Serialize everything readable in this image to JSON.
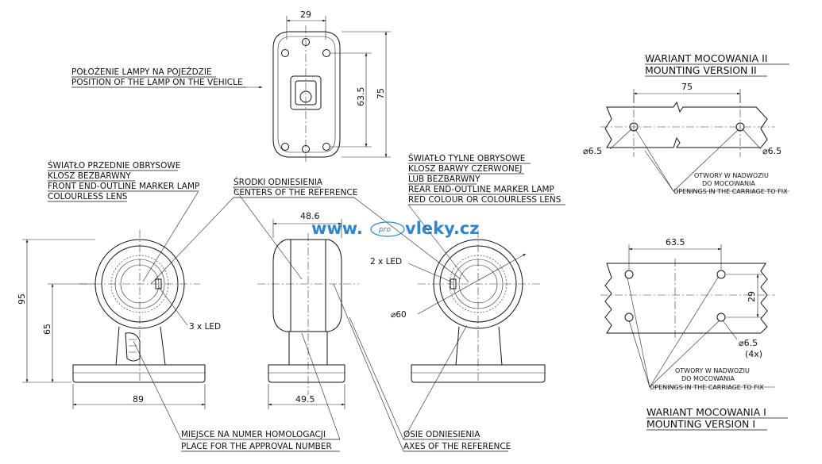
{
  "watermark": {
    "prefix": "www.",
    "middle": "pro",
    "suffix": "vleky.cz"
  },
  "top_view": {
    "label_pl": "POŁOŻENIE LAMPY NA POJEŹDZIE",
    "label_en": "POSITION OF THE LAMP ON THE VEHICLE",
    "dim_width": "29",
    "dim_inner": "63.5",
    "dim_outer": "75"
  },
  "front_lamp": {
    "line1": "ŚWIATŁO PRZEDNIE OBRYSOWE",
    "line2": "KLOSZ BEZBARWNY",
    "line3": "FRONT END-OUTLINE MARKER LAMP",
    "line4": "COLOURLESS LENS",
    "led_label": "3 x LED",
    "dim_height": "95",
    "dim_center": "65",
    "dim_base": "89"
  },
  "reference_center": {
    "pl": "ŚRODKI ODNIESIENIA",
    "en": "CENTERS OF THE REFERENCE"
  },
  "side_view": {
    "dim_top": "48.6",
    "dim_base": "49.5"
  },
  "rear_lamp": {
    "line1": "ŚWIATŁO TYLNE OBRYSOWE",
    "line2": "KLOSZ BARWY CZERWONEJ",
    "line3": "LUB BEZBARWNY",
    "line4": "REAR END-OUTLINE MARKER LAMP",
    "line5": "RED COLOUR OR COLOURLESS LENS",
    "led_label": "2 x LED",
    "dim_diameter": "⌀60"
  },
  "approval": {
    "pl": "MIEJSCE NA NUMER HOMOLOGACJI",
    "en": "PLACE FOR THE APPROVAL NUMBER"
  },
  "axes": {
    "pl": "OSIE ODNIESIENIA",
    "en": "AXES OF THE REFERENCE"
  },
  "variant2": {
    "title_pl": "WARIANT MOCOWANIA II",
    "title_en": "MOUNTING VERSION II",
    "dim_spacing": "75",
    "hole_left": "⌀6.5",
    "hole_right": "⌀6.5",
    "openings_1": "OTWORY W NADWOZIU",
    "openings_2": "DO MOCOWANIA",
    "openings_3": "OPENINGS IN THE CARRIAGE TO FIX"
  },
  "variant1": {
    "title_pl": "WARIANT MOCOWANIA I",
    "title_en": "MOUNTING VERSION I",
    "dim_spacing": "63.5",
    "dim_vertical": "29",
    "hole": "⌀6.5",
    "hole_count": "(4x)",
    "openings_1": "OTWORY W NADWOZIU",
    "openings_2": "DO MOCOWANIA",
    "openings_3": "OPENINGS IN THE CARRIAGE TO FIX"
  }
}
